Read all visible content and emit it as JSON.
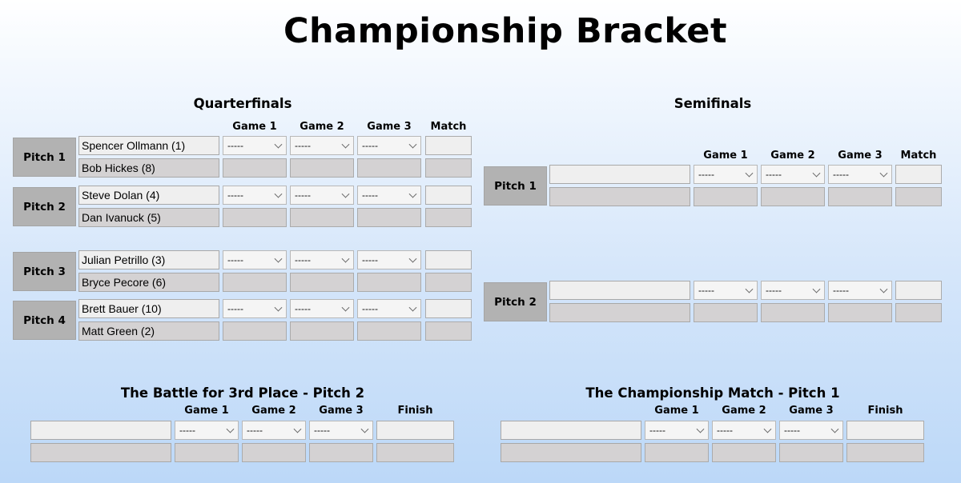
{
  "page_title": "Championship Bracket",
  "quarterfinals": {
    "title": "Quarterfinals",
    "headers": [
      "Game 1",
      "Game 2",
      "Game 3",
      "Match"
    ],
    "matches": [
      {
        "pitch": "Pitch 1",
        "player1": "Spencer Ollmann (1)",
        "player2": "Bob Hickes (8)",
        "games": [
          "-----",
          "-----",
          "-----"
        ]
      },
      {
        "pitch": "Pitch 2",
        "player1": "Steve Dolan (4)",
        "player2": "Dan Ivanuck (5)",
        "games": [
          "-----",
          "-----",
          "-----"
        ]
      },
      {
        "pitch": "Pitch 3",
        "player1": "Julian Petrillo (3)",
        "player2": "Bryce Pecore (6)",
        "games": [
          "-----",
          "-----",
          "-----"
        ]
      },
      {
        "pitch": "Pitch 4",
        "player1": "Brett Bauer (10)",
        "player2": "Matt Green (2)",
        "games": [
          "-----",
          "-----",
          "-----"
        ]
      }
    ]
  },
  "semifinals": {
    "title": "Semifinals",
    "headers": [
      "Game 1",
      "Game 2",
      "Game 3",
      "Match"
    ],
    "matches": [
      {
        "pitch": "Pitch 1",
        "player1": "",
        "player2": "",
        "games": [
          "-----",
          "-----",
          "-----"
        ]
      },
      {
        "pitch": "Pitch 2",
        "player1": "",
        "player2": "",
        "games": [
          "-----",
          "-----",
          "-----"
        ]
      }
    ]
  },
  "third_place": {
    "title": "The Battle for 3rd Place - Pitch 2",
    "headers": [
      "Game 1",
      "Game 2",
      "Game 3",
      "Finish"
    ],
    "games": [
      "-----",
      "-----",
      "-----"
    ]
  },
  "championship": {
    "title": "The Championship Match - Pitch 1",
    "headers": [
      "Game 1",
      "Game 2",
      "Game 3",
      "Finish"
    ],
    "games": [
      "-----",
      "-----",
      "-----"
    ]
  }
}
